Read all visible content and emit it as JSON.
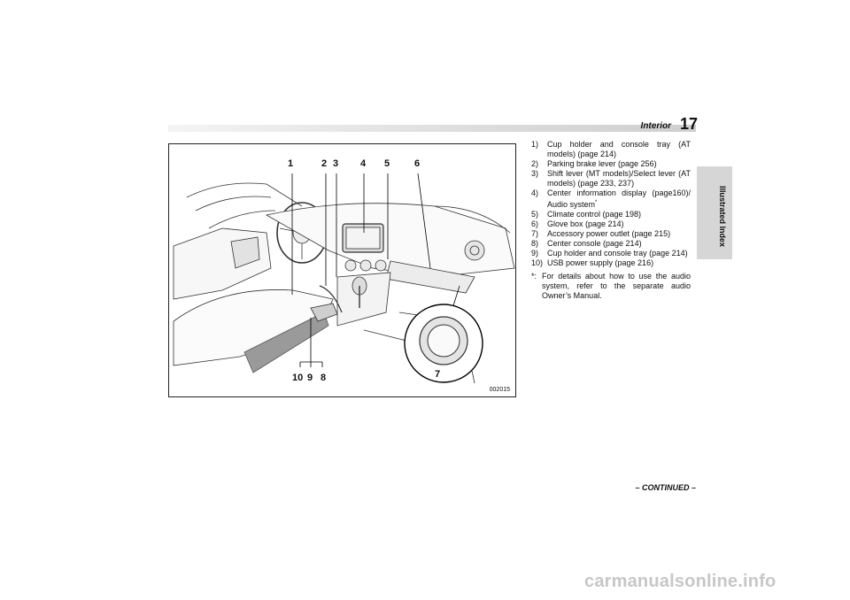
{
  "header": {
    "section": "Interior",
    "page_number": "17"
  },
  "side_tab": {
    "label": "Illustrated Index"
  },
  "figure": {
    "code": "002015",
    "callouts": [
      "1",
      "2",
      "3",
      "4",
      "5",
      "6",
      "7",
      "8",
      "9",
      "10"
    ]
  },
  "items": [
    {
      "num": "1)",
      "text": "Cup holder and console tray (AT models) (page 214)"
    },
    {
      "num": "2)",
      "text": "Parking brake lever (page 256)"
    },
    {
      "num": "3)",
      "text": "Shift lever (MT models)/Select lever (AT models) (page 233, 237)"
    },
    {
      "num": "4)",
      "text": "Center information display (page160)/ Audio system",
      "sup": "*"
    },
    {
      "num": "5)",
      "text": "Climate control (page 198)"
    },
    {
      "num": "6)",
      "text": "Glove box (page 214)"
    },
    {
      "num": "7)",
      "text": "Accessory power outlet (page 215)"
    },
    {
      "num": "8)",
      "text": "Center console (page 214)"
    },
    {
      "num": "9)",
      "text": "Cup holder and console tray (page 214)"
    },
    {
      "num": "10)",
      "text": "USB power supply (page 216)"
    }
  ],
  "footnote": {
    "mark": "*:",
    "text": "For details about how to use the audio system, refer to the separate audio Owner’s Manual."
  },
  "continued": "– CONTINUED –",
  "watermark": "carmanualsonline.info"
}
